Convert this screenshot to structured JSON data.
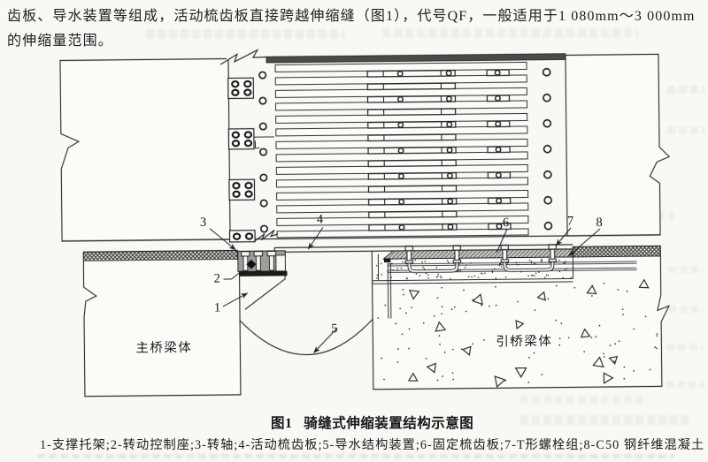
{
  "page": {
    "background": "#f8f8f4",
    "ink": "#2a2a2a"
  },
  "paragraph": {
    "line1": "齿板、导水装置等组成，活动梳齿板直接跨越伸缩缝（图1），代号QF，一般适用于1 080mm～3 000mm",
    "line2": "的伸缩量范围。"
  },
  "figure": {
    "caption_fig_no": "图1",
    "caption_title": "骑缝式伸缩装置结构示意图",
    "left_beam_label": "主桥梁体",
    "right_beam_label": "引桥梁体",
    "markers": [
      "1",
      "2",
      "3",
      "4",
      "5",
      "6",
      "7",
      "8"
    ],
    "legend_items": [
      "1-支撑托架;",
      "2-转动控制座;",
      "3-转轴;",
      "4-活动梳齿板;",
      "5-导水结构装置;",
      "6-固定梳齿板;",
      "7-T形螺栓组;",
      "8-C50 钢纤维混凝土"
    ]
  }
}
